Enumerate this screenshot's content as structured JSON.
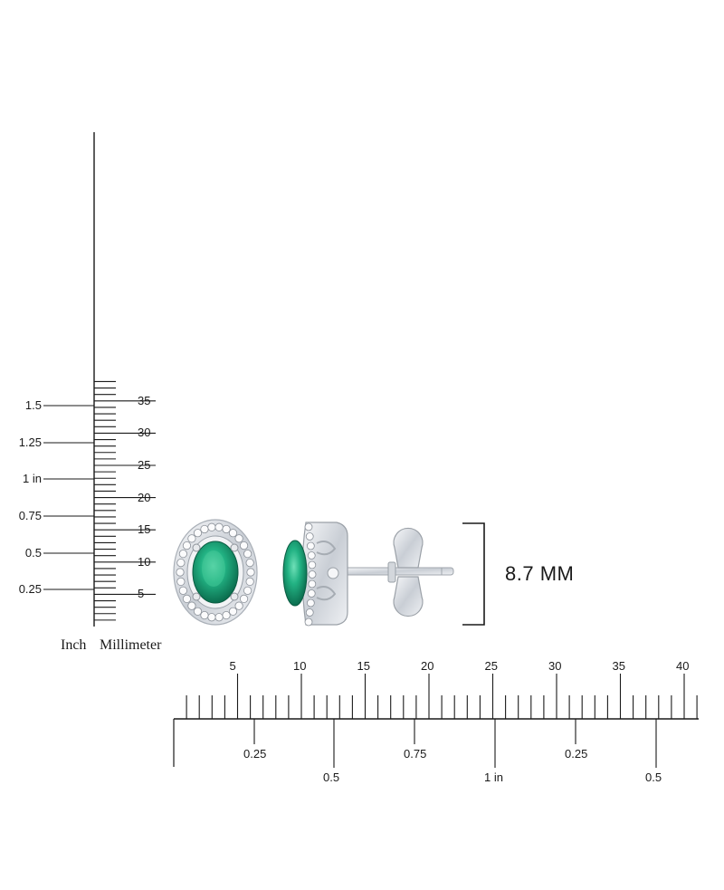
{
  "vertical_ruler": {
    "inch_labels": [
      "1.5",
      "1.25",
      "1 in",
      "0.75",
      "0.5",
      "0.25"
    ],
    "mm_labels": [
      "35",
      "30",
      "25",
      "20",
      "15",
      "10",
      "5"
    ],
    "inch_caption": "Inch",
    "mm_caption": "Millimeter"
  },
  "horizontal_ruler": {
    "mm_labels": [
      "5",
      "10",
      "15",
      "20",
      "25",
      "30",
      "35",
      "40"
    ],
    "inch_labels": [
      "0.25",
      "0.5",
      "0.75",
      "1 in",
      "0.25",
      "0.5"
    ]
  },
  "product": {
    "dimension_label": "8.7 MM",
    "stone_color": "#1fa37a",
    "metal_color": "#d9dde2"
  }
}
